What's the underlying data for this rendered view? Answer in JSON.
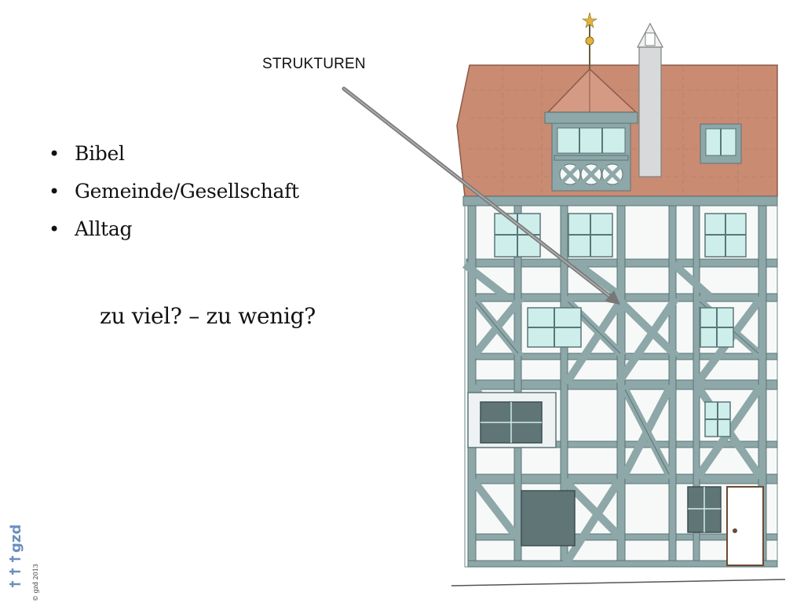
{
  "slide": {
    "bullets": [
      "Bibel",
      "Gemeinde/Gesellschaft",
      "Alltag"
    ],
    "question": "zu viel? – zu wenig?",
    "callout_label": "STRUKTUREN",
    "logo_text": "gzd",
    "copyright": "© gzd 2013"
  },
  "colors": {
    "roof": "#c98b72",
    "timber": "#8ea7a8",
    "window_glass": "#cdeeea",
    "chimney": "#d7d9da",
    "logo": "#6d8fbf"
  },
  "icons": {
    "illustration": "half-timbered-house",
    "arrow": "callout-arrow",
    "logo": "gzd-cross-logo"
  }
}
